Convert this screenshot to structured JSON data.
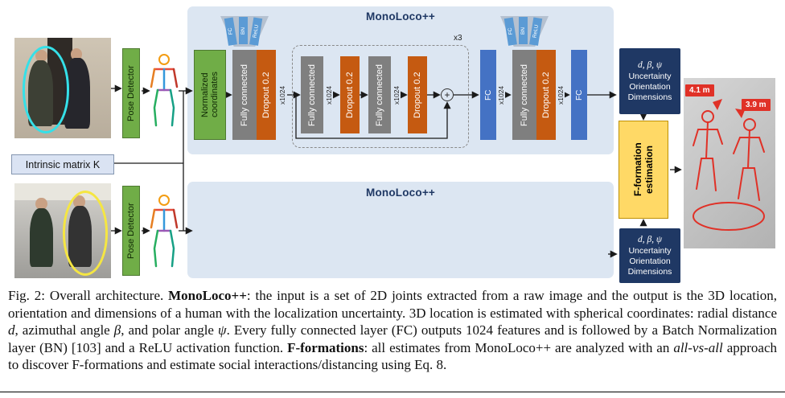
{
  "diagram": {
    "monoloco_title": "MonoLoco++",
    "intrinsic_matrix_label": "Intrinsic matrix K",
    "pose_detector_label": "Pose Detector",
    "blocks": {
      "normalized_coordinates": "Normalized coordinates",
      "fully_connected": "Fully connected",
      "dropout": "Dropout 0.2",
      "fc": "FC",
      "x1024": "x1024",
      "x3": "x3",
      "plus": "+"
    },
    "mini_legend": [
      "FC",
      "BN",
      "ReLU"
    ],
    "output_box": {
      "symbols": "d, β, ψ",
      "lines": [
        "Uncertainty",
        "Orientation",
        "Dimensions"
      ]
    },
    "fformation_label": "F-formation estimation",
    "distance_chips": [
      "4.1 m",
      "3.9 m"
    ]
  },
  "caption": {
    "segments": [
      {
        "t": "Fig. 2: Overall architecture. ",
        "s": "plain"
      },
      {
        "t": "MonoLoco++",
        "s": "bold"
      },
      {
        "t": ": the input is a set of 2D joints extracted from a raw image and the output is the 3D location, orientation and dimensions of a human with the localization uncertainty. 3D location is estimated with spherical coordinates: radial distance ",
        "s": "plain"
      },
      {
        "t": "d",
        "s": "italic"
      },
      {
        "t": ", azimuthal angle ",
        "s": "plain"
      },
      {
        "t": "β",
        "s": "italic"
      },
      {
        "t": ", and polar angle ",
        "s": "plain"
      },
      {
        "t": "ψ",
        "s": "italic"
      },
      {
        "t": ". Every fully connected layer (FC) outputs 1024 features and is followed by a Batch Normalization layer (BN) [103] and a ReLU activation function. ",
        "s": "plain"
      },
      {
        "t": "F-formations",
        "s": "bold"
      },
      {
        "t": ": all estimates from MonoLoco++ are analyzed with an ",
        "s": "plain"
      },
      {
        "t": "all-vs-all",
        "s": "italic"
      },
      {
        "t": " approach to discover F-formations and estimate social interactions/distancing using Eq. 8.",
        "s": "plain"
      }
    ]
  }
}
